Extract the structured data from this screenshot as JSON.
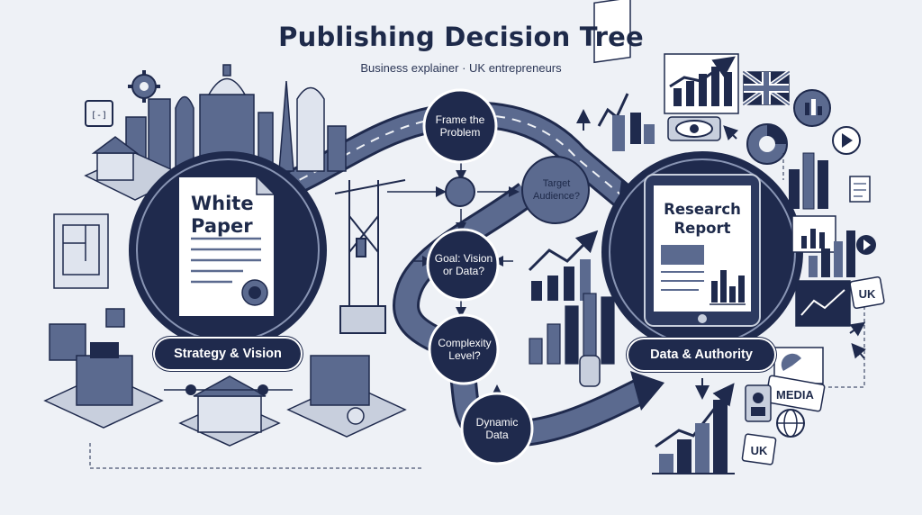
{
  "header": {
    "title": "Publishing Decision Tree",
    "subtitle": "Business explainer · UK entrepreneurs"
  },
  "left_hub": {
    "doc_title_line1": "White",
    "doc_title_line2": "Paper",
    "label": "Strategy & Vision"
  },
  "right_hub": {
    "doc_title_line1": "Research",
    "doc_title_line2": "Report",
    "label": "Data & Authority"
  },
  "flow_nodes": [
    {
      "line1": "Frame the",
      "line2": "Problem"
    },
    {
      "line1": "Target",
      "line2": "Audience?"
    },
    {
      "line1": "Goal: Vision",
      "line2": "or Data?"
    },
    {
      "line1": "Complexity",
      "line2": "Level?"
    },
    {
      "line1": "Dynamic",
      "line2": "Data"
    }
  ],
  "side_tags": {
    "uk_top": "UK",
    "media": "MEDIA",
    "uk_bottom": "UK"
  },
  "icons": [
    "gear-icon",
    "scan-icon",
    "play-icon",
    "uk-flag-icon",
    "globe-icon",
    "eye-icon",
    "donut-chart-icon",
    "seal-icon",
    "blueprint-icon"
  ],
  "colors": {
    "navy": "#1f2a4d",
    "slate": "#5b6a8f",
    "background": "#eef1f6",
    "paper": "#ffffff"
  }
}
